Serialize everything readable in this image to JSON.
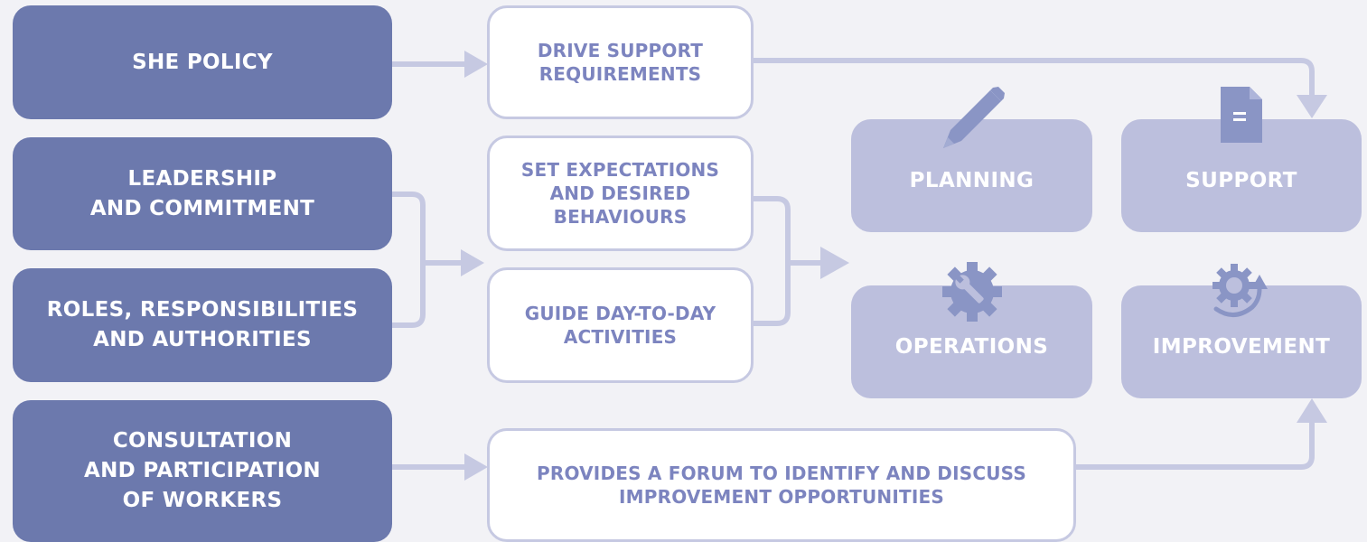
{
  "left_column": {
    "she_policy": "SHE POLICY",
    "leadership": "LEADERSHIP\nAND COMMITMENT",
    "roles": "ROLES, RESPONSIBILITIES\nAND AUTHORITIES",
    "consultation": "CONSULTATION\nAND PARTICIPATION\nOF WORKERS"
  },
  "middle_column": {
    "drive_support": "DRIVE SUPPORT\nREQUIREMENTS",
    "set_expectations": "SET EXPECTATIONS\nAND DESIRED\nBEHAVIOURS",
    "guide_activities": "GUIDE DAY-TO-DAY\nACTIVITIES",
    "forum": "PROVIDES A FORUM TO IDENTIFY AND DISCUSS\nIMPROVEMENT OPPORTUNITIES"
  },
  "outcomes": {
    "planning": {
      "label": "PLANNING",
      "icon": "pencil-icon"
    },
    "support": {
      "label": "SUPPORT",
      "icon": "document-icon"
    },
    "operations": {
      "label": "OPERATIONS",
      "icon": "gear-wrench-icon"
    },
    "improvement": {
      "label": "IMPROVEMENT",
      "icon": "gear-cycle-icon"
    }
  },
  "colors": {
    "dark_box": "#6c79ad",
    "light_box": "#bcbfdd",
    "outline_border": "#c6c9e2",
    "outline_text": "#7c84bf",
    "connector": "#c6c9e2",
    "icon": "#8a95c5",
    "background": "#f2f2f6"
  }
}
